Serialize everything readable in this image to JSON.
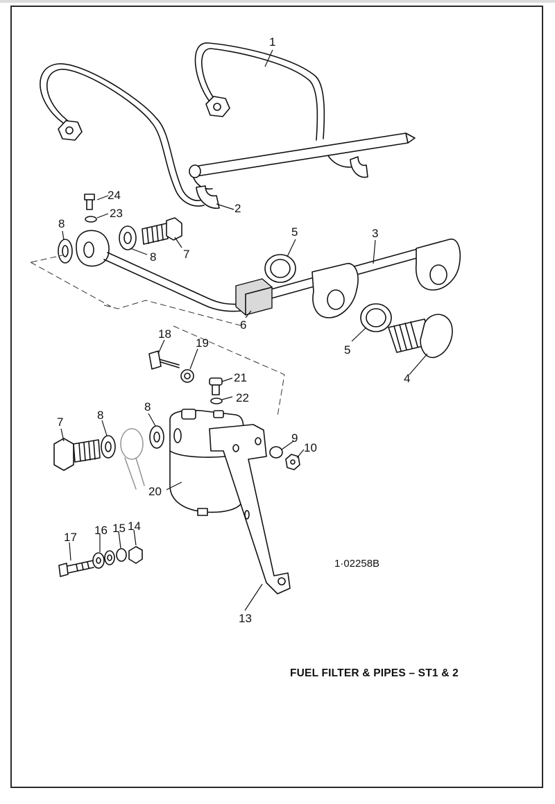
{
  "figure": {
    "reference_number": "1·02258B",
    "caption": "FUEL FILTER & PIPES – ST1 & 2"
  },
  "callouts": {
    "c1": "1",
    "c2": "2",
    "c3": "3",
    "c4": "4",
    "c5a": "5",
    "c5b": "5",
    "c6": "6",
    "c7a": "7",
    "c7b": "7",
    "c8a": "8",
    "c8b": "8",
    "c8c": "8",
    "c8d": "8",
    "c9": "9",
    "c10": "10",
    "c13": "13",
    "c14": "14",
    "c15": "15",
    "c16": "16",
    "c17": "17",
    "c18": "18",
    "c19": "19",
    "c20": "20",
    "c21": "21",
    "c22": "22",
    "c23": "23",
    "c24": "24"
  }
}
